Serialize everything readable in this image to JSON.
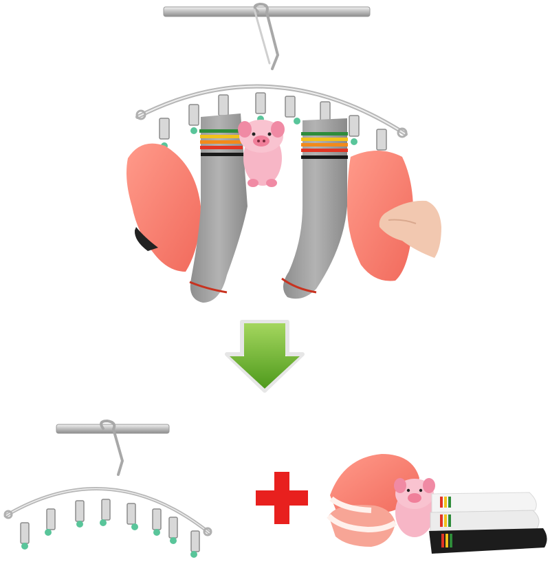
{
  "image": {
    "top_scene": {
      "rail": "rail",
      "hanger": "hanger-with-clips",
      "items": [
        "mitten-left",
        "sock-left",
        "pig-toy",
        "sock-right",
        "mitten-right",
        "hand"
      ]
    },
    "arrow": {
      "direction": "down",
      "color": "#6cb52a"
    },
    "bottom_scene": {
      "hanger": "empty-hanger-with-clips",
      "plus_sign": {
        "color": "#e8201e"
      },
      "items": [
        "mittens",
        "pig-toy",
        "folded-socks"
      ]
    }
  }
}
